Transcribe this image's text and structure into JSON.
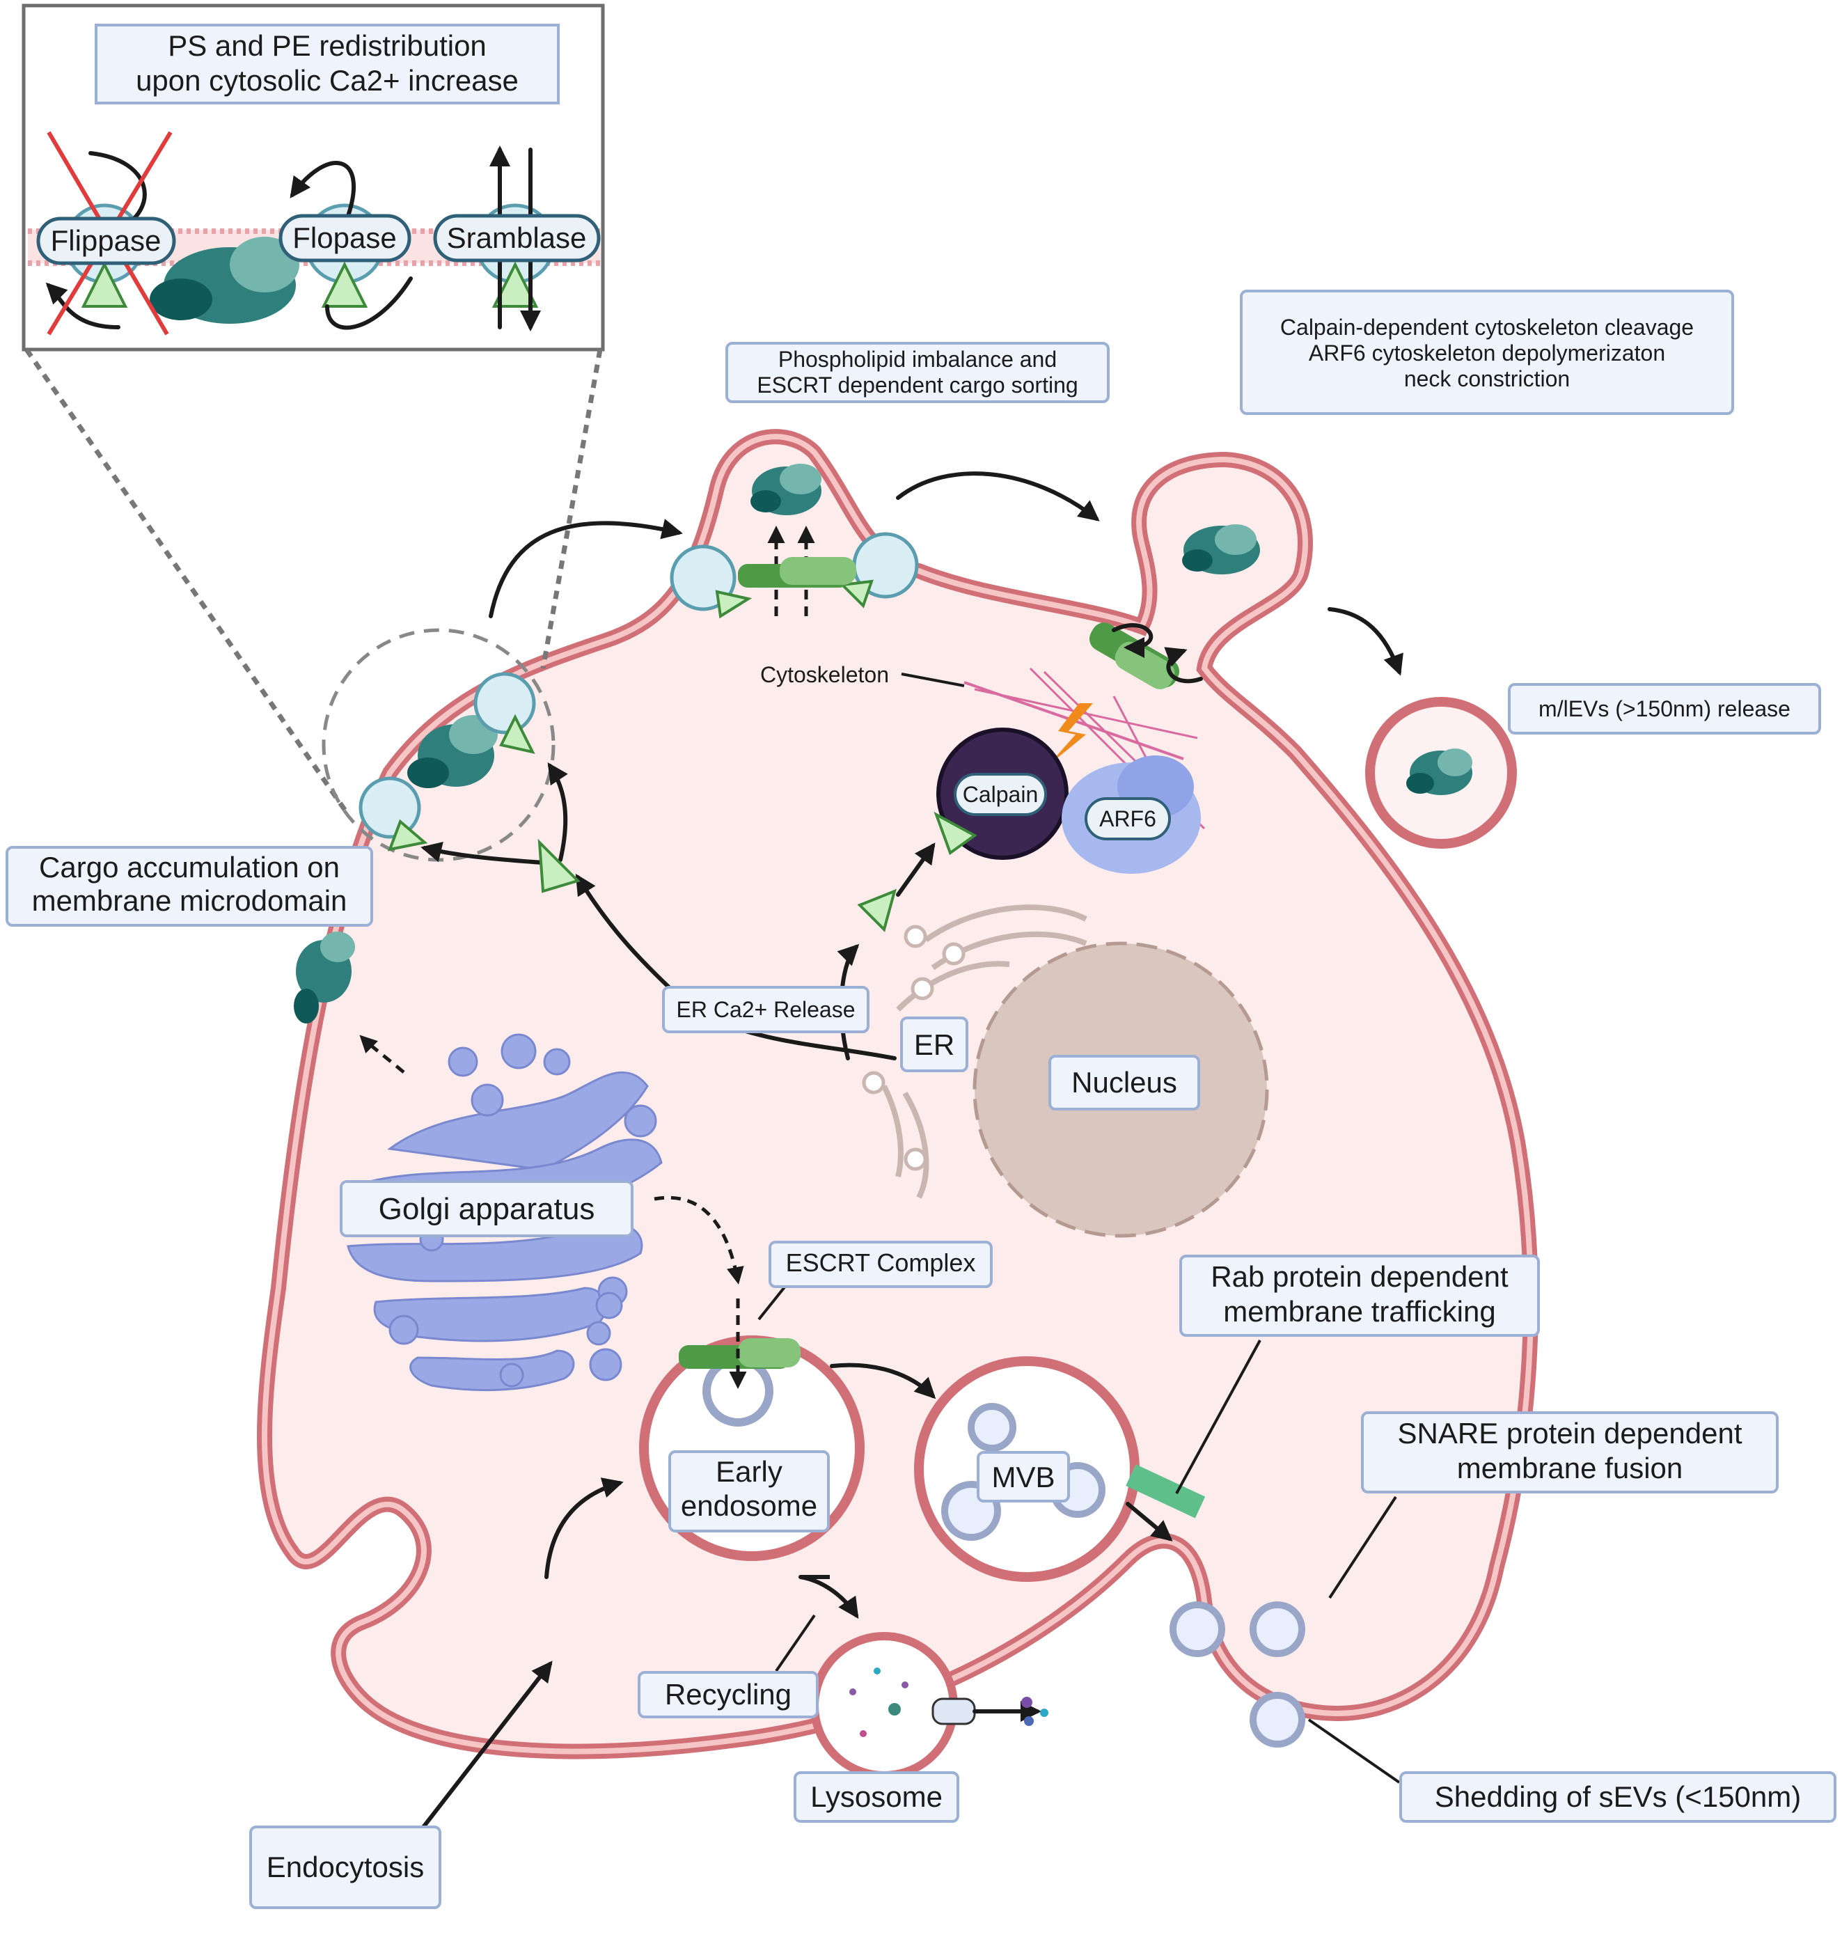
{
  "title": {
    "line1": "PS and PE redistribution",
    "line2": "upon cytosolic Ca2+ increase"
  },
  "enzymes": {
    "flippase": "Flippase",
    "flopase": "Flopase",
    "scramblase": "Sramblase"
  },
  "labels": {
    "phospholipid_line1": "Phospholipid imbalance and",
    "phospholipid_line2": "ESCRT dependent cargo sorting",
    "calpain_line1": "Calpain-dependent cytoskeleton cleavage",
    "calpain_line2": "ARF6 cytoskeleton depolymerizaton",
    "calpain_line3": "neck constriction",
    "release": "m/lEVs (>150nm) release",
    "cytoskeleton": "Cytoskeleton",
    "calpain": "Calpain",
    "arf6": "ARF6",
    "cargo_line1": "Cargo accumulation on",
    "cargo_line2": "membrane microdomain",
    "er_release": "ER Ca2+ Release",
    "er": "ER",
    "nucleus": "Nucleus",
    "golgi": "Golgi apparatus",
    "escrt": "ESCRT Complex",
    "rab_line1": "Rab protein dependent",
    "rab_line2": "membrane trafficking",
    "early_line1": "Early",
    "early_line2": "endosome",
    "mvb": "MVB",
    "snare_line1": "SNARE protein dependent",
    "snare_line2": "membrane fusion",
    "recycling": "Recycling",
    "lysosome": "Lysosome",
    "endocytosis": "Endocytosis",
    "shedding": "Shedding of sEVs (<150nm)"
  },
  "colors": {
    "cell_fill": "#fdecec",
    "membrane": "#d16f77",
    "label_fill": "#eef3fc",
    "label_border": "#9cb0d6",
    "golgi": "#9aa9e6",
    "nucleus": "#d9c6bf",
    "cargo": "#2f7f7c"
  }
}
